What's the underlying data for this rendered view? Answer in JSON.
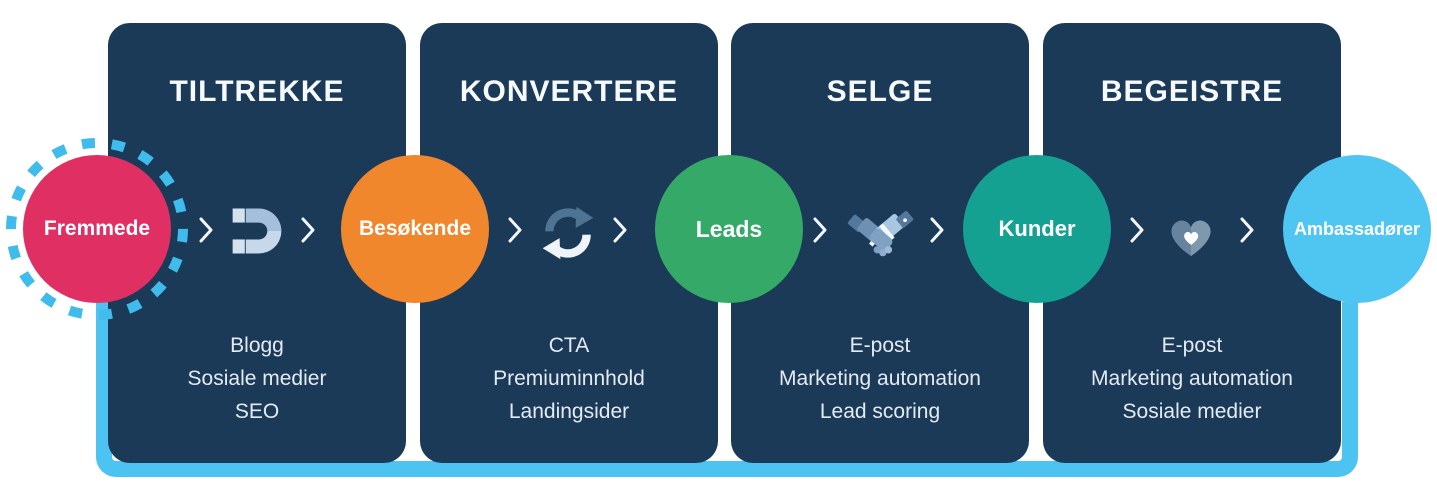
{
  "stages": [
    {
      "header": "TILTREKKE",
      "icon": "magnet-icon",
      "items": [
        "Blogg",
        "Sosiale medier",
        "SEO"
      ]
    },
    {
      "header": "KONVERTERE",
      "icon": "refresh-icon",
      "items": [
        "CTA",
        "Premiuminnhold",
        "Landingsider"
      ]
    },
    {
      "header": "SELGE",
      "icon": "handshake-icon",
      "items": [
        "E-post",
        "Marketing automation",
        "Lead scoring"
      ]
    },
    {
      "header": "BEGEISTRE",
      "icon": "heart-icon",
      "items": [
        "E-post",
        "Marketing automation",
        "Sosiale medier"
      ]
    }
  ],
  "personas": [
    {
      "label": "Fremmede",
      "color": "#E02F63",
      "dashed_ring": true,
      "ring_color": "#3FBCEC"
    },
    {
      "label": "Besøkende",
      "color": "#F0872C"
    },
    {
      "label": "Leads",
      "color": "#35A967"
    },
    {
      "label": "Kunder",
      "color": "#14A192"
    },
    {
      "label": "Ambassadører",
      "color": "#4FC5F2"
    }
  ],
  "separators": {
    "glyph": "chevron-right",
    "count": 8
  },
  "colors": {
    "panel_bg": "#1B3A58",
    "loop_line": "#4CC3F0",
    "dashed_ring": "#3FBCEC",
    "header_text": "#F7FAFC",
    "list_text": "#E4EBF2",
    "icon_slate": "#4E7493",
    "icon_light": "#C7D8EA"
  }
}
